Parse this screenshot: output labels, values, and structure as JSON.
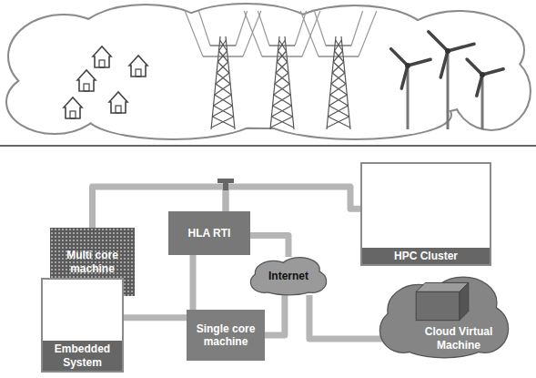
{
  "diagram": {
    "nodes": [
      {
        "text": [
          "Multi core machine"
        ]
      },
      {
        "text": [
          "HLA RTI"
        ]
      },
      {
        "text": [
          "HPC Cluster"
        ]
      },
      {
        "text": [
          "Internet"
        ]
      },
      {
        "text": [
          "Embedded System"
        ]
      },
      {
        "text": [
          "Single core machine"
        ]
      },
      {
        "text": [
          "Cloud Virtual Machine"
        ]
      }
    ],
    "edges": [
      {
        "from": 0,
        "to": 1,
        "arrow": "none"
      },
      {
        "from": 1,
        "to": 2,
        "arrow": "none"
      },
      {
        "from": 4,
        "to": 1,
        "arrow": "none"
      },
      {
        "from": 1,
        "to": 3,
        "arrow": "none"
      },
      {
        "from": 3,
        "to": 5,
        "arrow": "none"
      },
      {
        "from": 3,
        "to": 6,
        "arrow": "none"
      }
    ]
  }
}
